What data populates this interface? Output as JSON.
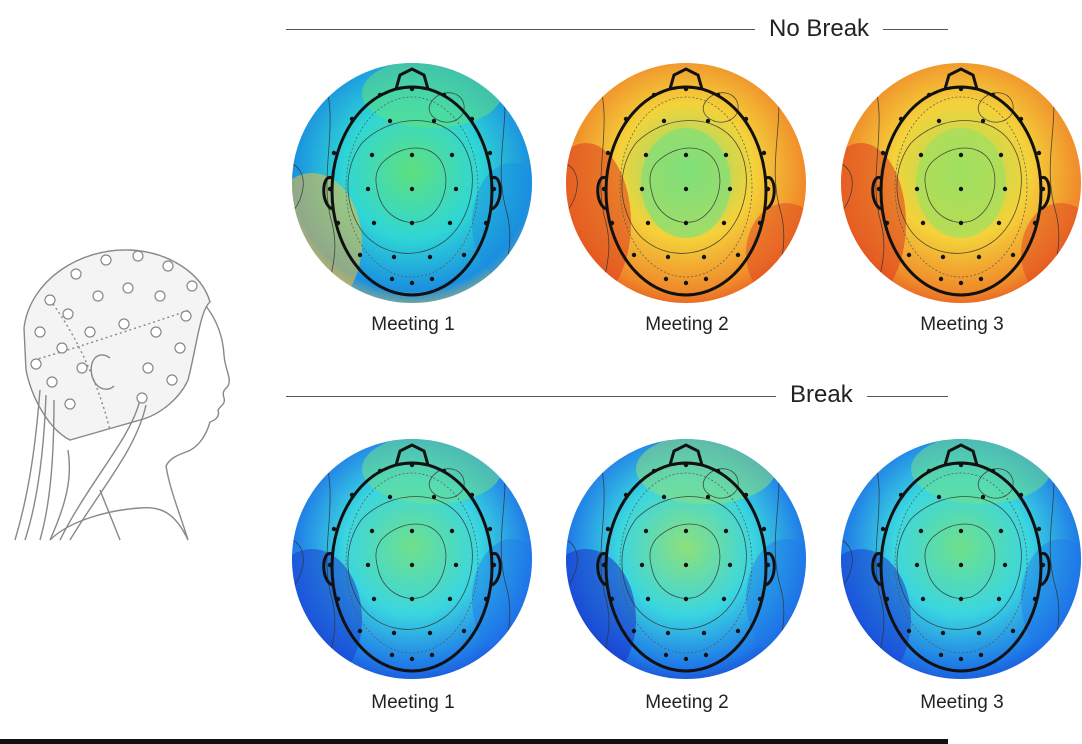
{
  "sections": [
    {
      "title": "No Break",
      "maps": [
        {
          "label": "Meeting 1",
          "palette": "cool-green",
          "colors": [
            "#5fe07e",
            "#2fd6d6",
            "#1a8fe0",
            "#f0c040"
          ]
        },
        {
          "label": "Meeting 2",
          "palette": "warm",
          "colors": [
            "#7fe07a",
            "#f4d23a",
            "#f08a2a",
            "#e04420"
          ]
        },
        {
          "label": "Meeting 3",
          "palette": "warm-cut",
          "colors": [
            "#9fe060",
            "#f4d23a",
            "#f08a2a",
            "#e04420"
          ]
        }
      ]
    },
    {
      "title": "Break",
      "maps": [
        {
          "label": "Meeting 1",
          "palette": "cool-blue",
          "colors": [
            "#6fe08a",
            "#3ad6e0",
            "#1f78e8",
            "#1a3fd0"
          ]
        },
        {
          "label": "Meeting 2",
          "palette": "deep-blue",
          "colors": [
            "#8ee07a",
            "#3ad6e0",
            "#1f78e8",
            "#1a32c8"
          ]
        },
        {
          "label": "Meeting 3",
          "palette": "cool-cut",
          "colors": [
            "#6fe08a",
            "#3ad6e0",
            "#1f78e8",
            "#1a3fd0"
          ]
        }
      ]
    }
  ],
  "colors": {
    "rule": "#555555",
    "text": "#222222",
    "outline": "#111111"
  },
  "icons": {
    "illustration": "eeg-cap-head-icon"
  }
}
